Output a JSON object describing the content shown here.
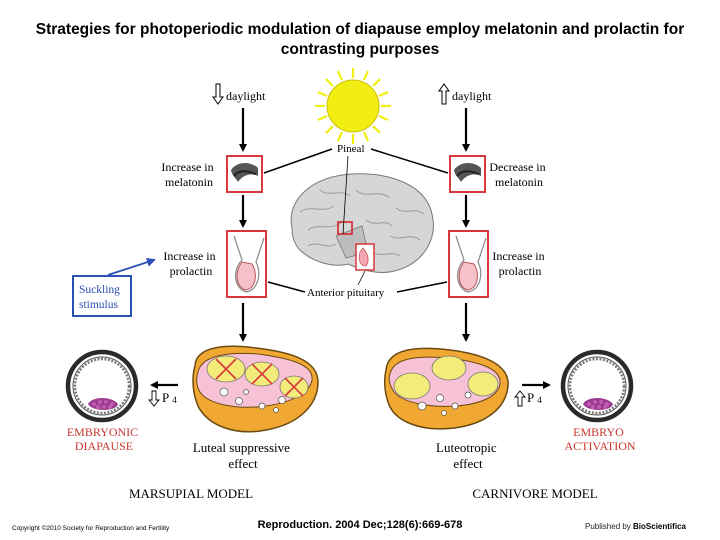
{
  "title_line1": "Strategies for photoperiodic modulation of diapause employ melatonin and prolactin for",
  "title_line2": "contrasting purposes",
  "left": {
    "daylight": "daylight",
    "melatonin_l1": "Increase in",
    "melatonin_l2": "melatonin",
    "prolactin_l1": "Increase in",
    "prolactin_l2": "prolactin",
    "suckling_l1": "Suckling",
    "suckling_l2": "stimulus",
    "p4": "P",
    "p4_sub": "4",
    "outcome_l1": "EMBRYONIC",
    "outcome_l2": "DIAPAUSE",
    "effect_l1": "Luteal suppressive",
    "effect_l2": "effect",
    "model": "MARSUPIAL MODEL"
  },
  "right": {
    "daylight": "daylight",
    "melatonin_l1": "Decrease in",
    "melatonin_l2": "melatonin",
    "prolactin_l1": "Increase in",
    "prolactin_l2": "prolactin",
    "p4": "P",
    "p4_sub": "4",
    "outcome_l1": "EMBRYO",
    "outcome_l2": "ACTIVATION",
    "effect_l1": "Luteotropic",
    "effect_l2": "effect",
    "model": "CARNIVORE MODEL"
  },
  "center": {
    "pineal": "Pineal",
    "anterior_pituitary": "Anterior pituitary"
  },
  "citation": "Reproduction. 2004 Dec;128(6):669-678",
  "copyright": "Copyright ©2010 Society for Reproduction and Fertility",
  "publisher_prefix": "Published by ",
  "publisher_name": "BioScientifica",
  "colors": {
    "red_box": "#d8373c",
    "blue_box": "#2a4fb5",
    "sun": "#f2ee12",
    "ovary": "#f0a832",
    "ovary_inner": "#f7c1d6",
    "outcome_text": "#c8362e"
  }
}
